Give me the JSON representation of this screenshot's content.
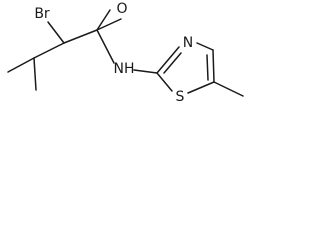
{
  "molecule": {
    "atom_labels": {
      "bromine": "Br",
      "oxygen": "O",
      "amide_nh": "NH",
      "ring_nitrogen": "N",
      "ring_sulfur": "S"
    }
  }
}
